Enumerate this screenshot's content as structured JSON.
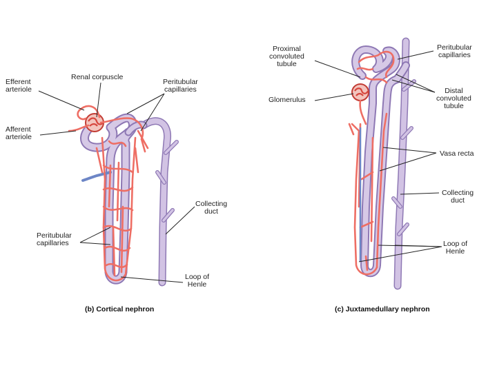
{
  "cortical": {
    "caption": "(b) Cortical nephron",
    "labels": {
      "efferent": "Efferent\narteriole",
      "renal_corpuscle": "Renal corpuscle",
      "peritubular_top": "Peritubular\ncapillaries",
      "afferent": "Afferent\narteriole",
      "collecting_duct": "Collecting\nduct",
      "peritubular_bottom": "Peritubular\ncapillaries",
      "loop_of_henle": "Loop of\nHenle"
    }
  },
  "juxtamedullary": {
    "caption": "(c) Juxtamedullary nephron",
    "labels": {
      "proximal": "Proximal\nconvoluted\ntubule",
      "peritubular": "Peritubular\ncapillaries",
      "glomerulus": "Glomerulus",
      "distal": "Distal\nconvoluted\ntubule",
      "vasa_recta": "Vasa recta",
      "collecting_duct": "Collecting\nduct",
      "loop_of_henle": "Loop of\nHenle"
    }
  },
  "colors": {
    "tubule": "#c9b7dc",
    "tubule_edge": "#8e78b4",
    "vessel": "#ee6e64",
    "vessel_edge": "#c23c34",
    "vein": "#6d86c6",
    "leader": "#222222"
  }
}
